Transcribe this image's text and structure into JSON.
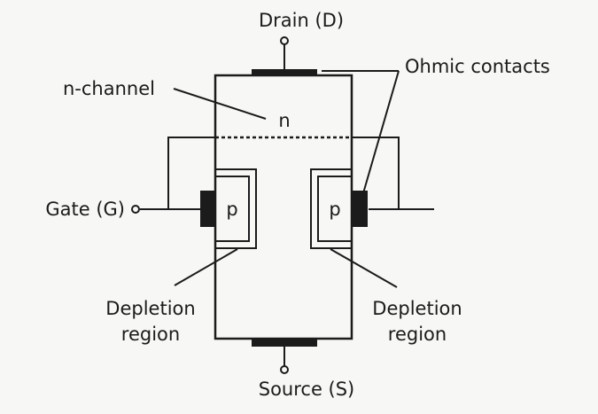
{
  "diagram": {
    "drain_label": "Drain (D)",
    "source_label": "Source (S)",
    "gate_label": "Gate (G)",
    "ohmic_label": "Ohmic contacts",
    "n_channel_label": "n-channel",
    "n_label": "n",
    "p_left_label": "p",
    "p_right_label": "p",
    "depletion_left_line1": "Depletion",
    "depletion_left_line2": "region",
    "depletion_right_line1": "Depletion",
    "depletion_right_line2": "region"
  },
  "colors": {
    "stroke": "#1b1b1b",
    "background": "#f7f7f5",
    "contact": "#1b1b1b"
  }
}
